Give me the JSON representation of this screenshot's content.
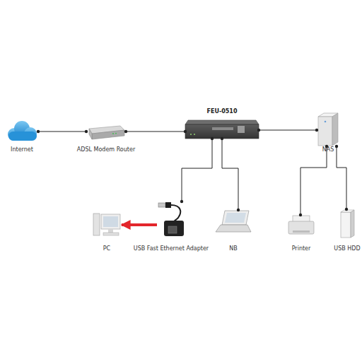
{
  "diagram": {
    "nodes": [
      {
        "text": [
          "Internet"
        ]
      },
      {
        "text": [
          "ADSL Modem Router"
        ]
      },
      {
        "text": [
          "FEU-0510"
        ]
      },
      {
        "text": [
          "NAS"
        ]
      },
      {
        "text": [
          "PC"
        ]
      },
      {
        "text": [
          "USB Fast Ethernet Adapter"
        ]
      },
      {
        "text": [
          "NB"
        ]
      },
      {
        "text": [
          "Printer"
        ]
      },
      {
        "text": [
          "USB HDD"
        ]
      }
    ],
    "edges": [
      {
        "from": 0,
        "to": 1,
        "arrow": "none"
      },
      {
        "from": 1,
        "to": 2,
        "arrow": "none"
      },
      {
        "from": 2,
        "to": 3,
        "arrow": "none"
      },
      {
        "from": 2,
        "to": 5,
        "arrow": "none"
      },
      {
        "from": 2,
        "to": 6,
        "arrow": "none"
      },
      {
        "from": 3,
        "to": 7,
        "arrow": "none"
      },
      {
        "from": 3,
        "to": 8,
        "arrow": "none"
      },
      {
        "from": 5,
        "to": 4,
        "arrow": "to"
      }
    ]
  }
}
